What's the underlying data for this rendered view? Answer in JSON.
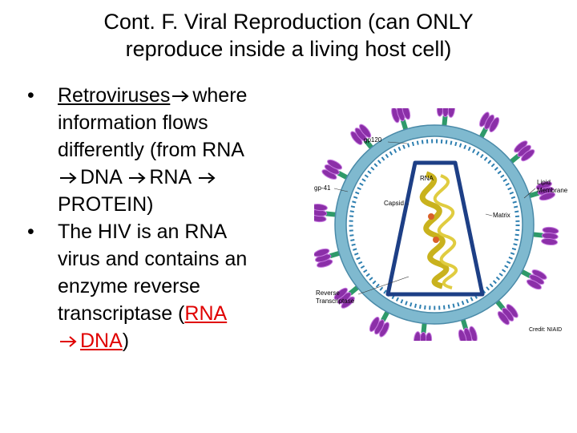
{
  "title": {
    "line1": "Cont. F. Viral Reproduction (can ONLY",
    "line2": "reproduce inside a living host cell)"
  },
  "bullet1": {
    "dot": "•",
    "term": "Retroviruses",
    "l1_rest": "where",
    "l2": "information flows",
    "l3": "differently (from RNA",
    "l4a": "DNA",
    "l4b": "RNA",
    "l5": "PROTEIN)"
  },
  "bullet2": {
    "dot": "•",
    "l1": "The HIV is an RNA",
    "l2": "virus and contains an",
    "l3": "enzyme reverse",
    "l4_pre": "transcriptase (",
    "l4_red": "RNA",
    "l5_red": "DNA",
    "l5_post": ")"
  },
  "figure": {
    "labels": {
      "gp120": "gp120",
      "rna": "RNA",
      "gp41": "gp-41",
      "lipid1": "Lipid",
      "lipid2": "Membrane",
      "capsid": "Capsid",
      "matrix": "Matrix",
      "rt1": "Reverse",
      "rt2": "Transcriptase",
      "credit": "Credit: NIAID"
    },
    "colors": {
      "spike": "#8b2fa8",
      "spike_light": "#c77be0",
      "stalk": "#2f9a6a",
      "membrane": "#7fb9cf",
      "membrane_edge": "#4a8aa8",
      "matrix_dots": "#2e7fb0",
      "capsid": "#1d3f86",
      "rna": "#c9b21d",
      "rt": "#d9602a"
    }
  }
}
